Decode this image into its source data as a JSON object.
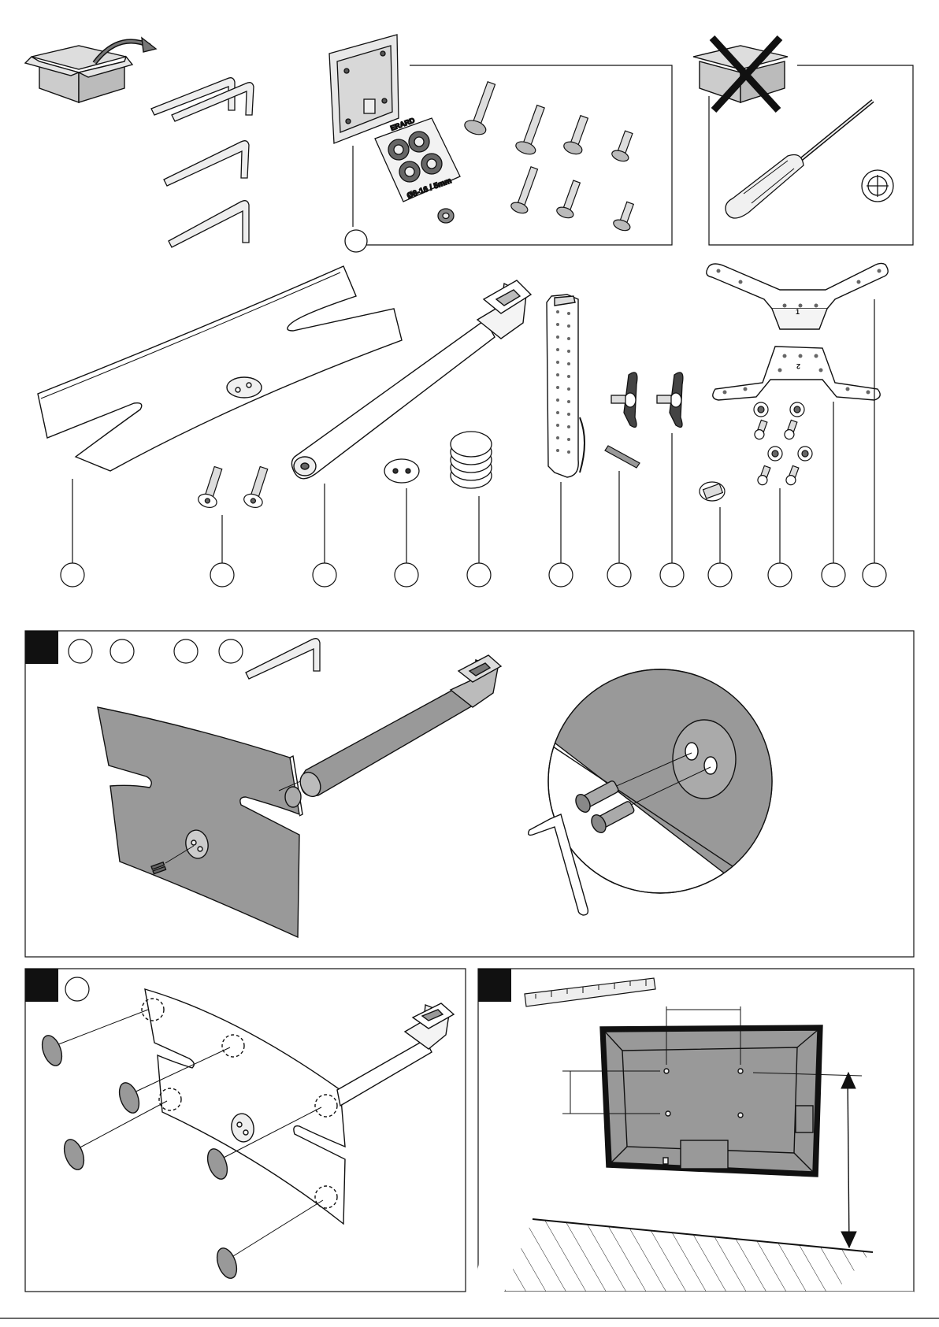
{
  "document": {
    "type": "assembly-instructions"
  },
  "packaging": {
    "pad_brand": "ERARD",
    "pad_size_label": "Ø8-16 / 5mm",
    "bracket_top_mark": "1",
    "bracket_bottom_mark": "2"
  },
  "parts": {
    "count": 12
  },
  "steps": [
    {
      "part_refs": 4
    },
    {
      "part_refs": 1
    },
    {
      "part_refs": 0
    }
  ],
  "icons": [
    "open-box-icon",
    "no-box-icon",
    "screwdriver-icon",
    "phillips-head-icon",
    "hex-key-icon",
    "ruler-icon",
    "tv-screen-icon"
  ]
}
